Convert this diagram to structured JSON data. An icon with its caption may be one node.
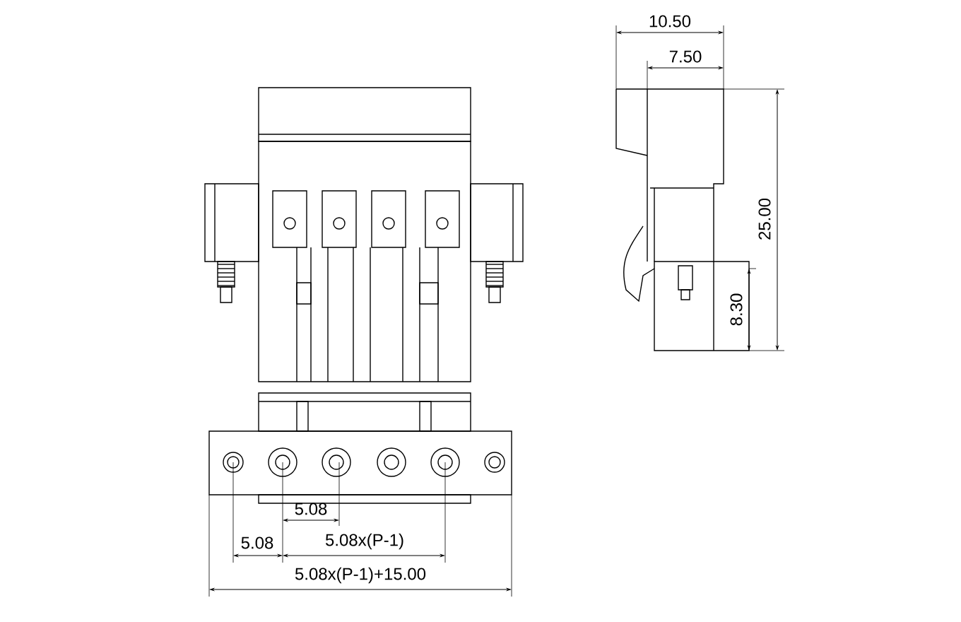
{
  "diagram": {
    "labels": [
      "10.50",
      "7.50",
      "25.00",
      "8.30",
      "5.08",
      "5.08x(P-1)",
      "5.08",
      "5.08x(P-1)+15.00"
    ]
  }
}
